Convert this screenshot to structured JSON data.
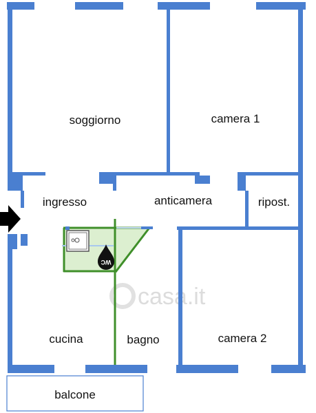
{
  "rooms": {
    "soggiorno": "soggiorno",
    "camera1": "camera 1",
    "ingresso": "ingresso",
    "anticamera": "anticamera",
    "ripost": "ripost.",
    "cucina": "cucina",
    "bagno": "bagno",
    "camera2": "camera 2",
    "balcone": "balcone"
  },
  "symbols": {
    "wc": "WC",
    "watermark": "casa.it"
  },
  "colors": {
    "wall": "#4a7fd0",
    "bathroom_outline": "#3f8f2a",
    "bathroom_fill": "#dcefd0"
  }
}
